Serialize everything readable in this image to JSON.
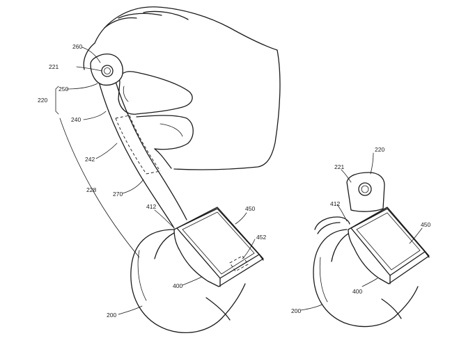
{
  "labels": {
    "l260": "260",
    "l221": "221",
    "l250": "250",
    "l220": "220",
    "l240": "240",
    "l242": "242",
    "l228": "228",
    "l270": "270",
    "l412": "412",
    "l450": "450",
    "l452": "452",
    "l400": "400",
    "l200": "200",
    "r220": "220",
    "r221": "221",
    "r412": "412",
    "r450": "450",
    "r400": "400",
    "r200": "200"
  }
}
